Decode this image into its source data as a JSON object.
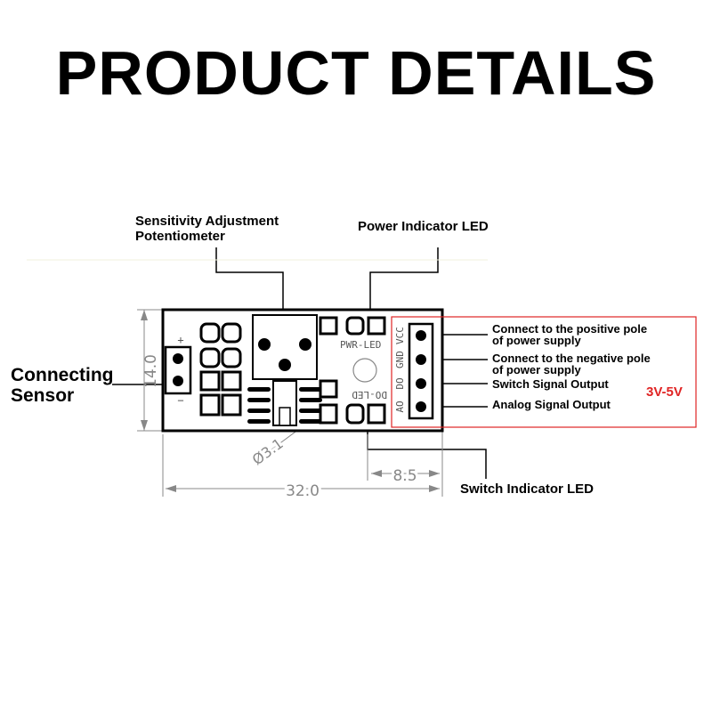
{
  "title": "PRODUCT DETAILS",
  "labels": {
    "sensitivity_line1": "Sensitivity Adjustment",
    "sensitivity_line2": "Potentiometer",
    "power_led": "Power Indicator LED",
    "connecting_line1": "Connecting",
    "connecting_line2": "Sensor",
    "switch_led": "Switch Indicator LED"
  },
  "pins": {
    "vcc_line1": "Connect to the positive pole",
    "vcc_line2": "of power supply",
    "gnd_line1": "Connect to the negative pole",
    "gnd_line2": "of power supply",
    "do": "Switch Signal Output",
    "ao": "Analog Signal Output",
    "voltage": "3V-5V"
  },
  "silkscreen": {
    "vcc": "VCC",
    "gnd": "GND",
    "do": "DO",
    "ao": "AO",
    "pwr_led": "PWR-LED",
    "do_led": "DO-LED",
    "plus": "+",
    "minus": "−"
  },
  "dimensions": {
    "width": "32.0",
    "height": "14.0",
    "offset": "8.5",
    "hole": "Ø3.1"
  },
  "colors": {
    "highlight_box": "#e02424",
    "dimension_lines": "#888888",
    "board": "#000000"
  }
}
